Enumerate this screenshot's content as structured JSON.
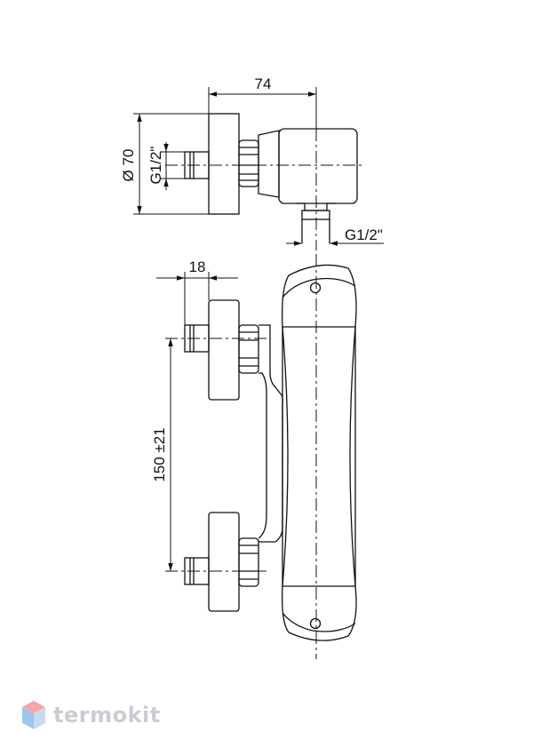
{
  "dimensions": {
    "width_top": "74",
    "diameter": "Ø 70",
    "thread_inlet": "G1/2\"",
    "thread_outlet": "G1/2\"",
    "offset": "18",
    "center_distance": "150 ±21"
  },
  "logo": {
    "text": "termokit"
  }
}
